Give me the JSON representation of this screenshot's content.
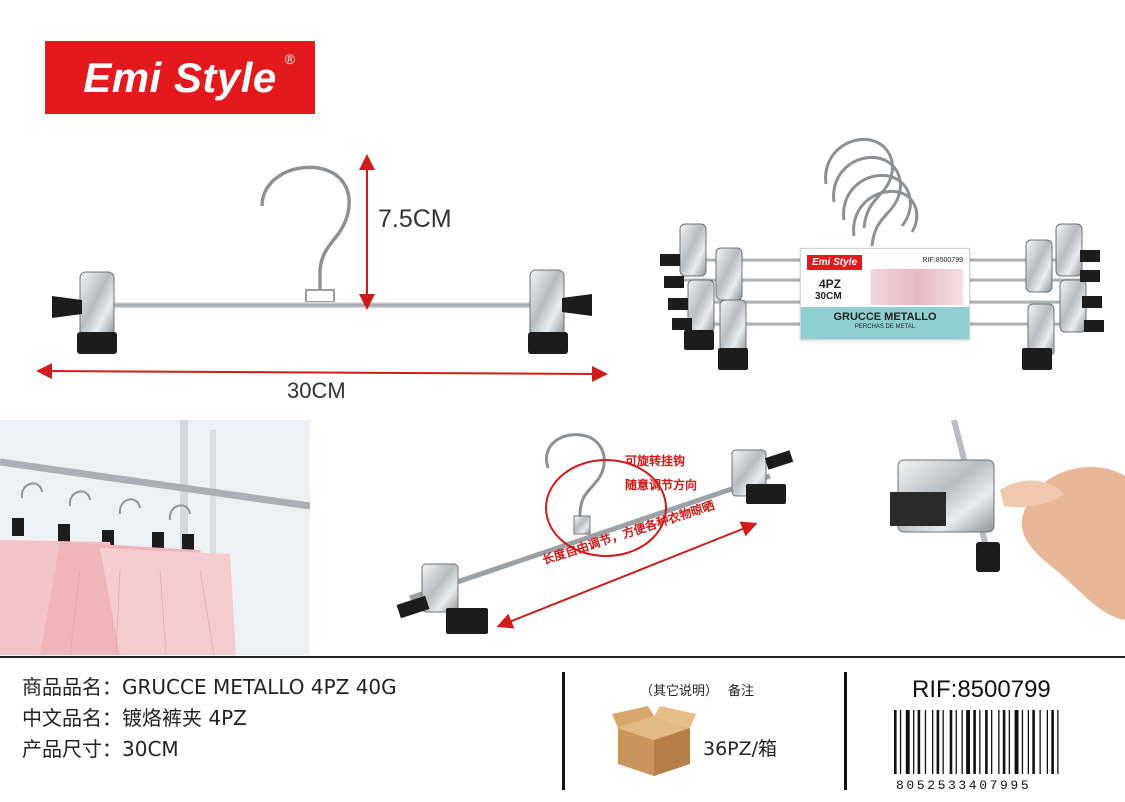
{
  "brand": {
    "name": "Emi Style",
    "registered": "®"
  },
  "dimensions": {
    "height": "7.5CM",
    "width": "30CM"
  },
  "package": {
    "brand": "Emi Style",
    "rif": "RIF:8500799",
    "quantity": "4PZ",
    "size": "30CM",
    "title": "GRUCCE METALLO",
    "subtitle": "PERCHAS DE METAL"
  },
  "annotations": {
    "rotate_hook_1": "可旋转挂钩",
    "rotate_hook_2": "随意调节方向",
    "length_adjust": "长度自由调节，方便各种衣物晾晒"
  },
  "product_info": {
    "name_label": "商品品名：",
    "name_value": "GRUCCE METALLO 4PZ 40G",
    "cn_name_label": "中文品名：",
    "cn_name_value": "镀烙裤夹 4PZ",
    "size_label": "产品尺寸：",
    "size_value": "30CM"
  },
  "notes": {
    "other": "（其它说明）",
    "remark": "备注"
  },
  "carton": {
    "quantity": "36PZ/箱"
  },
  "identifier": {
    "rif": "RIF:8500799",
    "barcode": "8052533407995"
  },
  "colors": {
    "brand_red": "#e3191e",
    "annotation_red": "#d11a1a",
    "band_teal": "#8fd0cf",
    "clip_black": "#1c1c1c"
  }
}
